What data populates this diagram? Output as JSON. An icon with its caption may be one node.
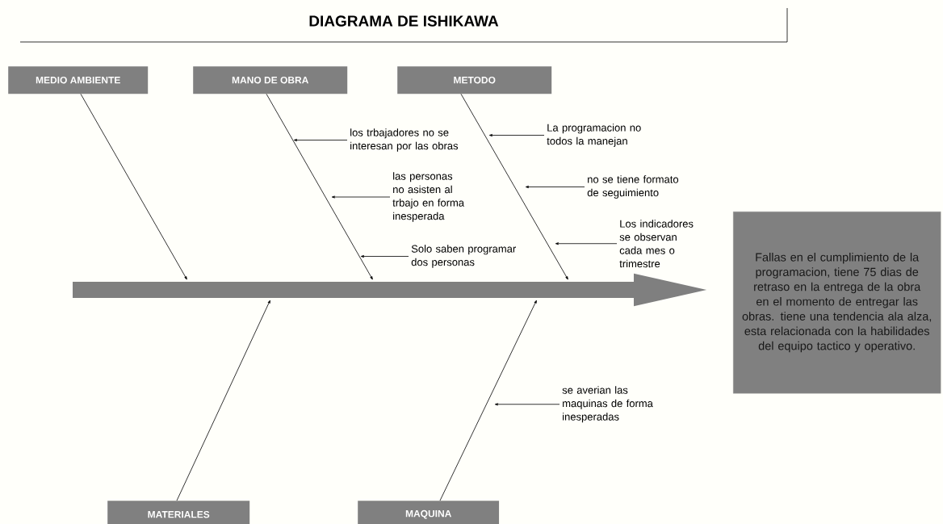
{
  "diagram": {
    "title": "DIAGRAMA DE ISHIKAWA",
    "nodes": [
      {
        "text": [
          "MEDIO AMBIENTE"
        ]
      },
      {
        "text": [
          "MANO DE OBRA"
        ]
      },
      {
        "text": [
          "METODO"
        ]
      },
      {
        "text": [
          "MATERIALES"
        ]
      },
      {
        "text": [
          "MAQUINA"
        ]
      },
      {
        "text": [
          "Fallas en el cumplimiento de la programacion, tiene 75 dias de retraso en la entrega de la obra en el momento de entregar las obras. tiene una tendencia ala alza, esta relacionada con la habilidades del equipo tactico y operativo."
        ]
      },
      {
        "text": [
          "los trbajadores no se interesan por las obras"
        ]
      },
      {
        "text": [
          "La programacion no todos la manejan"
        ]
      },
      {
        "text": [
          "las personas no asisten al trbajo en forma inesperada"
        ]
      },
      {
        "text": [
          "no se tiene formato de seguimiento"
        ]
      },
      {
        "text": [
          "Solo saben programar dos personas"
        ]
      },
      {
        "text": [
          "Los indicadores se observan cada mes o trimestre"
        ]
      },
      {
        "text": [
          "se averian las maquinas de forma inesperadas"
        ]
      }
    ],
    "edges": [
      {
        "from": null,
        "to": 5,
        "arrow": "to",
        "style": "thick",
        "color": "#7f7f7f"
      },
      {
        "from": 0,
        "to": null,
        "arrow": "to"
      },
      {
        "from": 1,
        "to": null,
        "arrow": "to"
      },
      {
        "from": 2,
        "to": null,
        "arrow": "to"
      },
      {
        "from": 3,
        "to": null,
        "arrow": "to"
      },
      {
        "from": 4,
        "to": null,
        "arrow": "to"
      },
      {
        "from": 6,
        "to": null,
        "arrow": "to"
      },
      {
        "from": 7,
        "to": null,
        "arrow": "to"
      },
      {
        "from": 8,
        "to": null,
        "arrow": "to"
      },
      {
        "from": 9,
        "to": null,
        "arrow": "to"
      },
      {
        "from": 10,
        "to": null,
        "arrow": "to"
      },
      {
        "from": 11,
        "to": null,
        "arrow": "to"
      },
      {
        "from": 12,
        "to": null,
        "arrow": "to"
      }
    ]
  }
}
